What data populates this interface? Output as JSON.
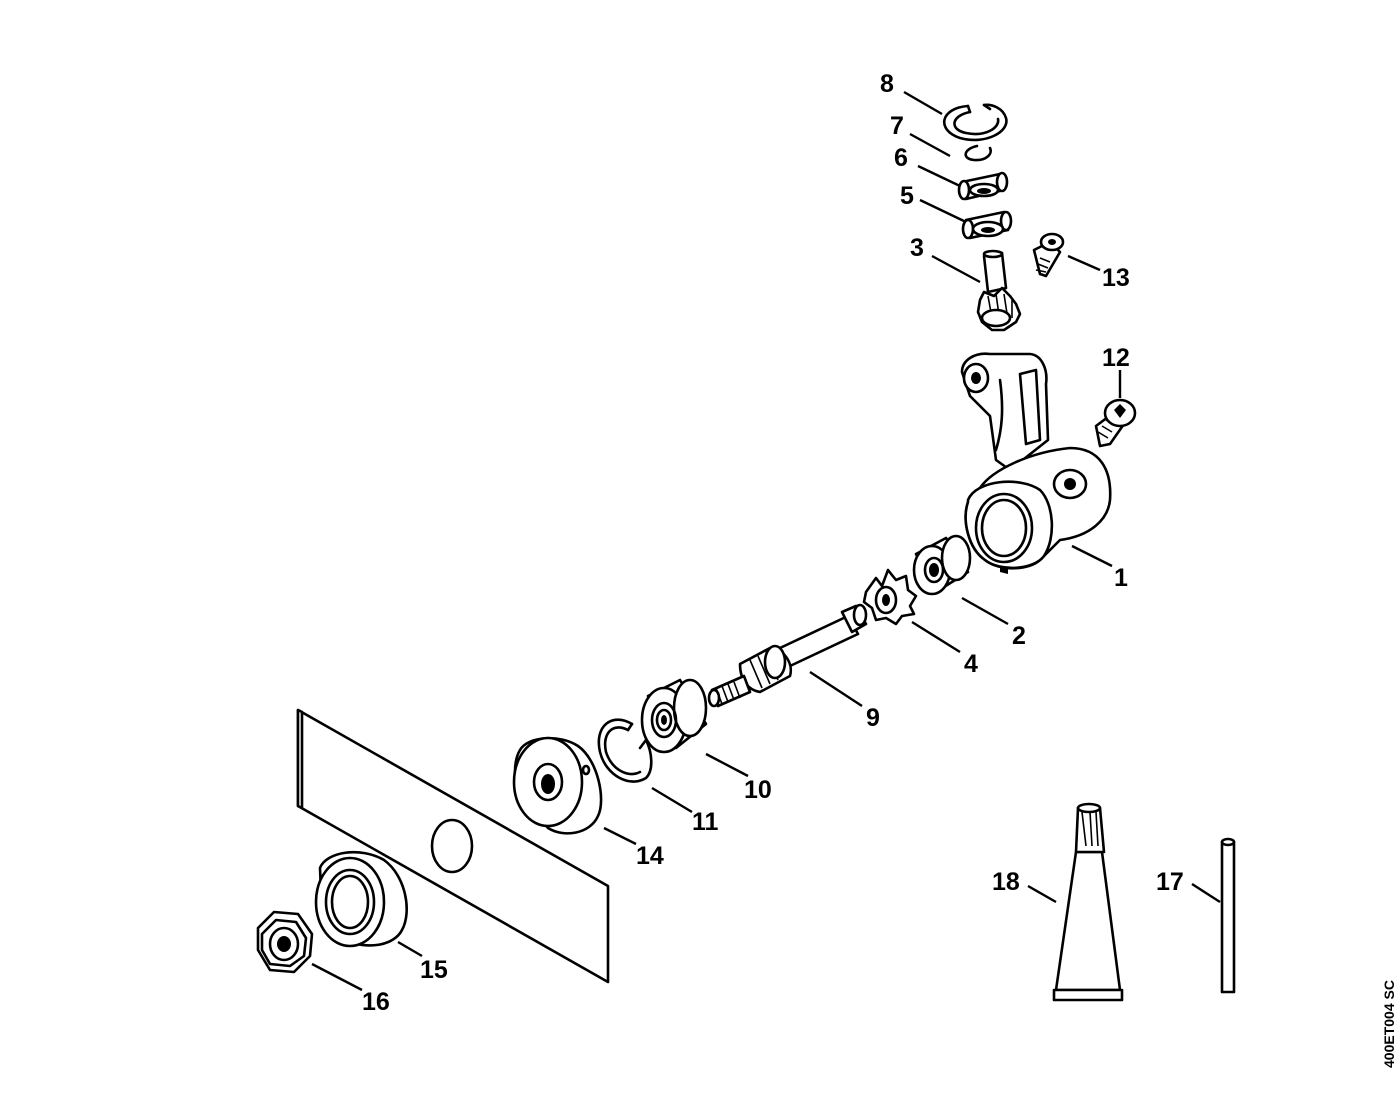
{
  "diagram": {
    "reference_code": "400ET004 SC",
    "callouts": [
      {
        "id": "1",
        "text": "1"
      },
      {
        "id": "2",
        "text": "2"
      },
      {
        "id": "3",
        "text": "3"
      },
      {
        "id": "4",
        "text": "4"
      },
      {
        "id": "5",
        "text": "5"
      },
      {
        "id": "6",
        "text": "6"
      },
      {
        "id": "7",
        "text": "7"
      },
      {
        "id": "8",
        "text": "8"
      },
      {
        "id": "9",
        "text": "9"
      },
      {
        "id": "10",
        "text": "10"
      },
      {
        "id": "11",
        "text": "11"
      },
      {
        "id": "12",
        "text": "12"
      },
      {
        "id": "13",
        "text": "13"
      },
      {
        "id": "14",
        "text": "14"
      },
      {
        "id": "15",
        "text": "15"
      },
      {
        "id": "16",
        "text": "16"
      },
      {
        "id": "17",
        "text": "17"
      },
      {
        "id": "18",
        "text": "18"
      }
    ]
  }
}
